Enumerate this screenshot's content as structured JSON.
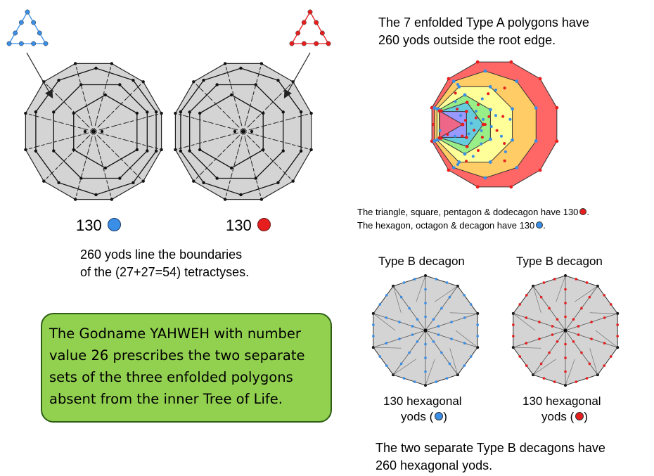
{
  "left_panel": {
    "count_blue": "130",
    "count_red": "130",
    "caption_line1": "260 yods line the boundaries",
    "caption_line2": "of the (27+27=54) tetractyses."
  },
  "green_box": {
    "text": "The Godname YAHWEH with number\nvalue 26 prescribes the two separate\nsets of the three enfolded polygons\nabsent from the inner Tree of Life."
  },
  "top_right": {
    "line1": "The  7  enfolded  Type A polygons  have",
    "line2": "260  yods  outside  the  root edge."
  },
  "note": {
    "line1": "The triangle, square, pentagon & dodecagon have 130",
    "line2": "The hexagon, octagon & decagon have 130",
    "line1_end": ".",
    "line2_end": "."
  },
  "decagons": {
    "left_title": "Type B decagon",
    "right_title": "Type B decagon",
    "left_caption1": "130 hexagonal",
    "left_caption2": "yods (",
    "right_caption1": "130 hexagonal",
    "right_caption2": "yods (",
    "caption_close": ")"
  },
  "bottom_right": {
    "line1": "The  two  separate  Type  B  decagons  have",
    "line2": "260  hexagonal  yods."
  },
  "colors": {
    "blue_yod": "#3a8ee6",
    "red_yod": "#e61e1e",
    "polygon_fill": "#d4d4d4",
    "green_box": "#92d050"
  }
}
